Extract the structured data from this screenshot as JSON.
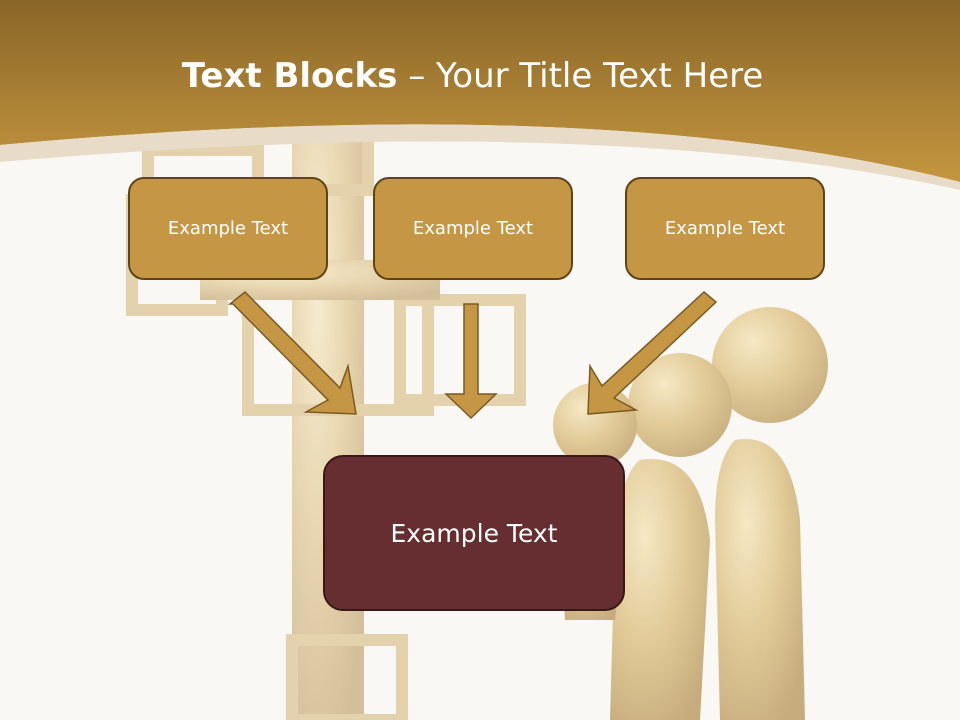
{
  "slide": {
    "title_bold": "Text Blocks",
    "title_dash": " – ",
    "title_rest": "Your Title Text Here",
    "boxes": [
      {
        "label": "Example Text"
      },
      {
        "label": "Example Text"
      },
      {
        "label": "Example Text"
      }
    ],
    "main_box": {
      "label": "Example Text"
    }
  },
  "colors": {
    "header_gold": "#b98d3c",
    "box_fill": "#c59644",
    "box_border": "#5e4517",
    "main_box_fill": "#662e30",
    "arrow_fill": "#c59644",
    "text": "#ffffff"
  }
}
